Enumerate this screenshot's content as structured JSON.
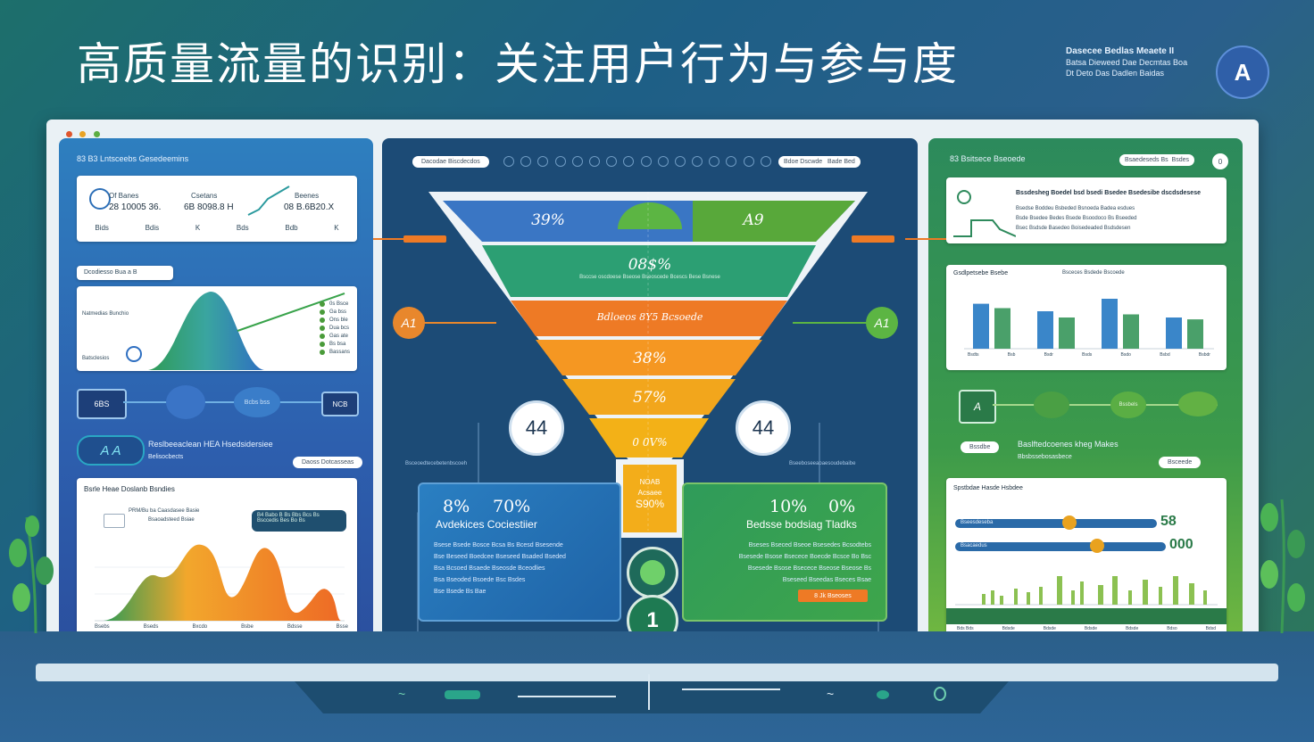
{
  "title": "高质量流量的识别：关注用户行为与参与度",
  "brand": {
    "line1": "Dasecee Bedlas Meaete II",
    "line2": "Batsa Dieweed Dae Decmtas Boa",
    "line3": "Dt Deto Das Dadlen Baidas",
    "logo": "A"
  },
  "left": {
    "header": "83 B3 Lntsceebs Gesedeemins",
    "stats": [
      {
        "label": "Of Banes",
        "value": "28 10005 36."
      },
      {
        "label": "Csetans",
        "value": "6B 8098.8 H"
      },
      {
        "label": "Beenes",
        "value": "08 B.6B20.X"
      }
    ],
    "stats_footer": [
      "Bids",
      "Bdis",
      "K",
      "Bds",
      "Bdb",
      "K"
    ],
    "chart_label": "Dcodiesso Bua a B",
    "chart_side": "Natmedias Bunchio",
    "chart_side2": "Batsclesios",
    "legend": [
      "0s Bsce",
      "Ga bss",
      "Ons ble",
      "Dua bcs",
      "Gas ate",
      "Bs bsa",
      "Bassans"
    ],
    "node_left": "6BS",
    "node_mid": "Bcbs bss",
    "node_right": "NCB",
    "badge": "A A",
    "badge_title": "Reslbeeaclean HEA Hsedsidersiee",
    "badge_sub": "Belisocbects",
    "badge_pill": "Daoss Dotcasseas",
    "bottom_header": "Bsrle Heae Doslanb Bsndies",
    "bottom_note1": "PRM/Bu ba Caasdasee Basie",
    "bottom_note2": "Bsaoadsteed Bsiae",
    "bottom_tooltip": "B4 Babo B  Bs Bbs Bcs  Bs",
    "bottom_tooltip2": "Bsccedis Bes Bo Bs",
    "bottom_axis": [
      "Bsebs",
      "Bseds",
      "Bxcdo",
      "Bsbe",
      "Bdsse",
      "Bsse"
    ]
  },
  "middle": {
    "pill_left": "Dacodae Biscdecdos",
    "pill_right_a": "Bdoe Dscwde",
    "pill_right_b": "Bade Bed",
    "funnel": [
      {
        "label_a": "39%",
        "label_b": "A9",
        "color": "#3a76c4"
      },
      {
        "label": "08$%",
        "sub": "Bsccse oscdoese Bseose Bseoscede Bcescs Bese Bsnese",
        "color": "#2fa06a"
      },
      {
        "label": "Bdloeos 8Y5 Bcsoede",
        "color": "#ee7a25"
      },
      {
        "label": "38%",
        "color": "#f59722"
      },
      {
        "label": "57%",
        "color": "#f2a61c"
      },
      {
        "label": "0 0V%",
        "color": "#f3b117"
      }
    ],
    "funnel_tip_a": "NOAB",
    "funnel_tip_b": "Acsaee",
    "funnel_tip_c": "S90%",
    "left_node": "A1",
    "right_node": "A1",
    "left_circle": "44",
    "right_circle": "44",
    "left_caption": "Bsceoedtecebetenbscoeh",
    "right_caption": "Bseeboseeaoaesoudebaibe",
    "bottom_left": {
      "n1": "8%",
      "n2": "70%",
      "sub": "Avdekices Cociestiier",
      "lines": [
        "Bsese Bsede Bosce  Bcsa  Bs Bcesd Bsesende",
        "Bse Beseed Boedcee Bseseed Bsaded Bseded",
        "Bsa Bcsoed Bsaede Bseosde Bceodlies",
        "Bsa Bseoded Bsoede  Bsc Bsdes",
        "Bse Bsede Bs Bae"
      ]
    },
    "bottom_right": {
      "n1": "10%",
      "n2": "0%",
      "sub": "Bedsse bodsiag Tladks",
      "lines": [
        "Bseses Bseced Bseoe Bsesedes  Bcsodtebs",
        "Bsesede Bsose Bsecece Boecde Bcsce Bo Bsc",
        "Bsesede Bsose Bsecece Bseose Bseose Bs",
        "Bseseed Bseedas Bseces Bsae"
      ],
      "badge": "8 Jk Bseoses"
    },
    "step_number": "1"
  },
  "right": {
    "header": "83 Bsitsece Bseoede",
    "header_pill_a": "Bsaedeseds Bs",
    "header_pill_b": "Bsdes",
    "header_pill_c": "0",
    "info_title": "Bssdesheg Boedel bsd bsedi Bsedee Bsedesibe dscdsdesese",
    "info_lines": [
      "Bsedse Boddeu Bsbeded Bsnoeda Badea esdues",
      "Bsde Bsedee Bedes Bsede Bsoodoco Bs Bseeded",
      "Bsec Bsdsde Basedeo Boisedeaded Bsdsdesen"
    ],
    "chart_header": "Gsdlpetsebe Bsebe",
    "chart_header_sub": "Bsceces Bsdede Bscoede",
    "bars": [
      0.72,
      0.65,
      0.0,
      0.6,
      0.5,
      0.0,
      0.8,
      0.55,
      0.0,
      0.5,
      0.47
    ],
    "bar_axis": [
      "Bsdts",
      "Bsb",
      "Bsdr",
      "Bsds",
      "Bsdo",
      "Bsbd",
      "Bsbdr"
    ],
    "node": "A",
    "pill_mid": "Bssbels",
    "subtitle_pill": "Bssdbe",
    "subtitle": "Baslftedcoenes kheg Makes",
    "subtitle_sub": "Bbsbssebosasbece",
    "subtitle_pill_right": "Bsceede",
    "bottom_header": "Spstbdae Hasde Hsbdee",
    "slider_a_label": "Bseesdeseba",
    "slider_b_label": "Bsacaedus",
    "slider_a_value": "58",
    "slider_b_value": "000",
    "slider_a": 0.53,
    "slider_b": 0.64,
    "bottom_axis": [
      "Bds  Bds",
      "Bdsde",
      "Bdsde",
      "Bdsde",
      "Bdsde",
      "Bdso",
      "Bdsd"
    ]
  },
  "toolbar": {
    "center_left": "~",
    "center_right": "~"
  }
}
